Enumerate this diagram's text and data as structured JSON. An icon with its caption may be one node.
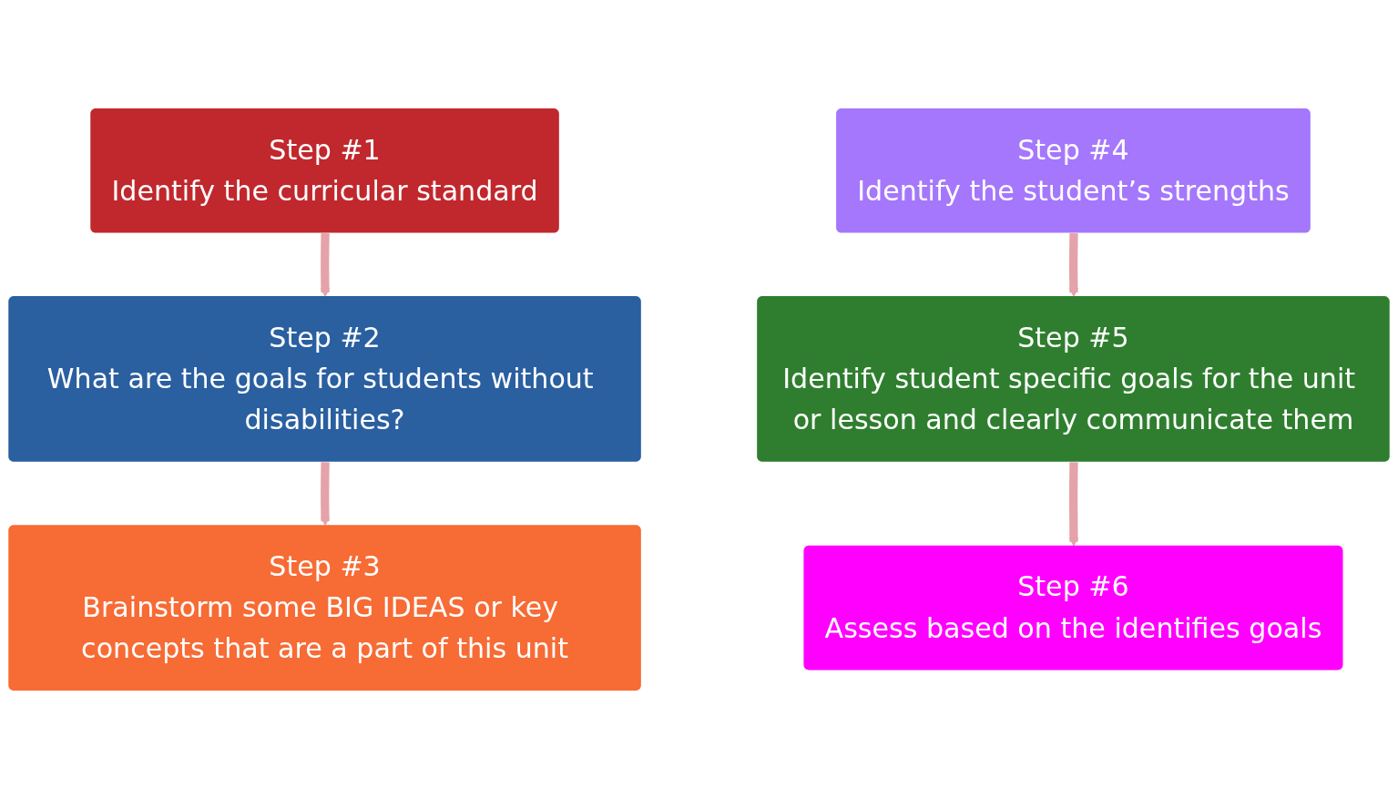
{
  "diagram": {
    "nodes": [
      {
        "text": [
          "Step #1",
          "Identify the curricular standard"
        ]
      },
      {
        "text": [
          "Step #2",
          "What are the goals for students without disabilities?"
        ]
      },
      {
        "text": [
          "Step #3",
          "Brainstorm some BIG IDEAS or key concepts that are a part of this unit"
        ]
      },
      {
        "text": [
          "Step #4",
          "Identify the student’s strengths"
        ]
      },
      {
        "text": [
          "Step #5",
          "Identify student specific goals for the unit or lesson and clearly communicate them"
        ]
      },
      {
        "text": [
          "Step #6",
          "Assess based on the identifies goals"
        ]
      }
    ],
    "edges": [
      {
        "from": 0,
        "to": 1,
        "arrow": "to"
      },
      {
        "from": 1,
        "to": 2,
        "arrow": "to"
      },
      {
        "from": 3,
        "to": 4,
        "arrow": "to"
      },
      {
        "from": 4,
        "to": 5,
        "arrow": "to"
      }
    ]
  }
}
